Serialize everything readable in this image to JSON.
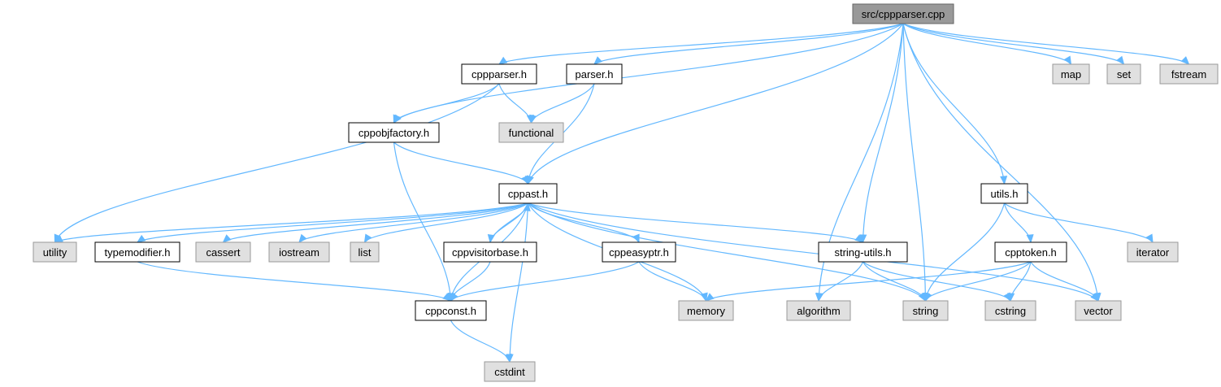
{
  "title": "src/cppparser.cpp",
  "colors": {
    "edge": "#63b8ff",
    "root_fill": "#999999",
    "local_fill": "#ffffff",
    "system_fill": "#e0e0e0"
  },
  "nodes": [
    {
      "id": "cppparser_cpp",
      "label": "src/cppparser.cpp",
      "kind": "root"
    },
    {
      "id": "cppparser_h",
      "label": "cppparser.h",
      "kind": "local"
    },
    {
      "id": "parser_h",
      "label": "parser.h",
      "kind": "local"
    },
    {
      "id": "cppobjfactory_h",
      "label": "cppobjfactory.h",
      "kind": "local"
    },
    {
      "id": "functional",
      "label": "functional",
      "kind": "system"
    },
    {
      "id": "cppast_h",
      "label": "cppast.h",
      "kind": "local"
    },
    {
      "id": "utility",
      "label": "utility",
      "kind": "system"
    },
    {
      "id": "typemodifier_h",
      "label": "typemodifier.h",
      "kind": "local"
    },
    {
      "id": "cassert",
      "label": "cassert",
      "kind": "system"
    },
    {
      "id": "iostream",
      "label": "iostream",
      "kind": "system"
    },
    {
      "id": "list",
      "label": "list",
      "kind": "system"
    },
    {
      "id": "cppvisitorbase_h",
      "label": "cppvisitorbase.h",
      "kind": "local"
    },
    {
      "id": "cppeasyptr_h",
      "label": "cppeasyptr.h",
      "kind": "local"
    },
    {
      "id": "cppconst_h",
      "label": "cppconst.h",
      "kind": "local"
    },
    {
      "id": "cstdint",
      "label": "cstdint",
      "kind": "system"
    },
    {
      "id": "memory",
      "label": "memory",
      "kind": "system"
    },
    {
      "id": "string_utils_h",
      "label": "string-utils.h",
      "kind": "local"
    },
    {
      "id": "algorithm",
      "label": "algorithm",
      "kind": "system"
    },
    {
      "id": "string",
      "label": "string",
      "kind": "system"
    },
    {
      "id": "cstring",
      "label": "cstring",
      "kind": "system"
    },
    {
      "id": "utils_h",
      "label": "utils.h",
      "kind": "local"
    },
    {
      "id": "cpptoken_h",
      "label": "cpptoken.h",
      "kind": "local"
    },
    {
      "id": "vector",
      "label": "vector",
      "kind": "system"
    },
    {
      "id": "iterator",
      "label": "iterator",
      "kind": "system"
    },
    {
      "id": "map",
      "label": "map",
      "kind": "system"
    },
    {
      "id": "set",
      "label": "set",
      "kind": "system"
    },
    {
      "id": "fstream",
      "label": "fstream",
      "kind": "system"
    }
  ],
  "edges": [
    [
      "cppparser_cpp",
      "cppparser_h"
    ],
    [
      "cppparser_cpp",
      "parser_h"
    ],
    [
      "cppparser_cpp",
      "cppobjfactory_h"
    ],
    [
      "cppparser_cpp",
      "cppast_h"
    ],
    [
      "cppparser_cpp",
      "algorithm"
    ],
    [
      "cppparser_cpp",
      "string_utils_h"
    ],
    [
      "cppparser_cpp",
      "string"
    ],
    [
      "cppparser_cpp",
      "utils_h"
    ],
    [
      "cppparser_cpp",
      "vector"
    ],
    [
      "cppparser_cpp",
      "map"
    ],
    [
      "cppparser_cpp",
      "set"
    ],
    [
      "cppparser_cpp",
      "fstream"
    ],
    [
      "cppparser_h",
      "cppobjfactory_h"
    ],
    [
      "cppparser_h",
      "functional"
    ],
    [
      "cppparser_h",
      "utility"
    ],
    [
      "parser_h",
      "functional"
    ],
    [
      "parser_h",
      "cppast_h"
    ],
    [
      "cppobjfactory_h",
      "cppast_h"
    ],
    [
      "cppobjfactory_h",
      "cppconst_h"
    ],
    [
      "cppast_h",
      "utility"
    ],
    [
      "cppast_h",
      "typemodifier_h"
    ],
    [
      "cppast_h",
      "cassert"
    ],
    [
      "cppast_h",
      "iostream"
    ],
    [
      "cppast_h",
      "list"
    ],
    [
      "cppast_h",
      "cppvisitorbase_h"
    ],
    [
      "cppast_h",
      "cppeasyptr_h"
    ],
    [
      "cppast_h",
      "cppconst_h"
    ],
    [
      "cppast_h",
      "cstdint"
    ],
    [
      "cppast_h",
      "memory"
    ],
    [
      "cppast_h",
      "string_utils_h"
    ],
    [
      "cppast_h",
      "string"
    ],
    [
      "cppast_h",
      "vector"
    ],
    [
      "typemodifier_h",
      "cppconst_h"
    ],
    [
      "cppvisitorbase_h",
      "cppast_h"
    ],
    [
      "cppvisitorbase_h",
      "cppconst_h"
    ],
    [
      "cppeasyptr_h",
      "cppconst_h"
    ],
    [
      "cppeasyptr_h",
      "memory"
    ],
    [
      "cppconst_h",
      "cstdint"
    ],
    [
      "string_utils_h",
      "algorithm"
    ],
    [
      "string_utils_h",
      "string"
    ],
    [
      "string_utils_h",
      "cstring"
    ],
    [
      "utils_h",
      "cpptoken_h"
    ],
    [
      "utils_h",
      "string"
    ],
    [
      "utils_h",
      "iterator"
    ],
    [
      "cpptoken_h",
      "memory"
    ],
    [
      "cpptoken_h",
      "string"
    ],
    [
      "cpptoken_h",
      "cstring"
    ],
    [
      "cpptoken_h",
      "vector"
    ]
  ]
}
